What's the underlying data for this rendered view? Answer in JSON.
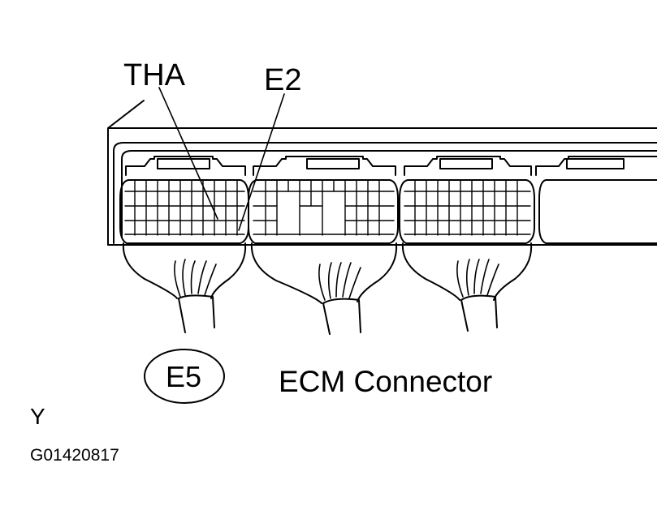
{
  "diagram": {
    "connector_code": "E5",
    "title": "ECM Connector",
    "view_letter": "Y",
    "figure_id": "G01420817",
    "pins": [
      {
        "name": "THA"
      },
      {
        "name": "E2"
      }
    ]
  },
  "colors": {
    "line": "#000000",
    "background": "#ffffff"
  }
}
